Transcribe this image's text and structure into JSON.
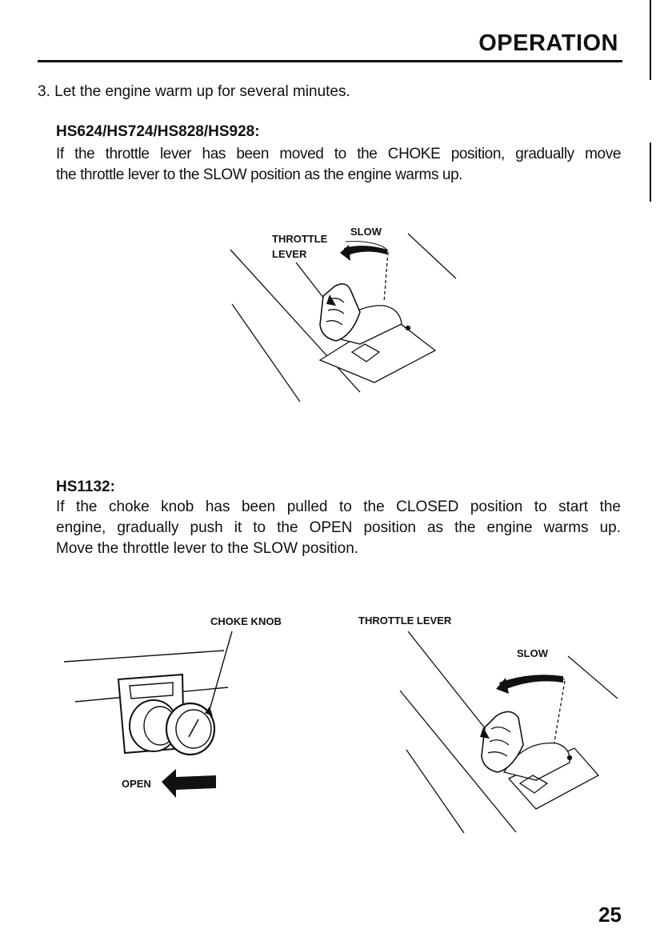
{
  "header": {
    "title": "OPERATION"
  },
  "step3": {
    "text": "3. Let the engine warm up for several minutes."
  },
  "section1": {
    "models": "HS624/HS724/HS828/HS928:",
    "lines": [
      "If the throttle lever has been moved to the CHOKE position, gradually move",
      "the throttle lever to the SLOW position as the engine warms up."
    ],
    "figure": {
      "label_throttle_1": "THROTTLE",
      "label_throttle_2": "LEVER",
      "label_slow": "SLOW"
    }
  },
  "section2": {
    "models": "HS1132:",
    "lines": [
      "If the choke knob has been pulled to the CLOSED position to start the",
      "engine, gradually push it to the OPEN position as the engine warms up.",
      "Move the throttle lever to the SLOW position."
    ],
    "figure": {
      "label_choke": "CHOKE KNOB",
      "label_open": "OPEN",
      "label_throttle": "THROTTLE LEVER",
      "label_slow": "SLOW"
    }
  },
  "footer": {
    "page_number": "25"
  }
}
